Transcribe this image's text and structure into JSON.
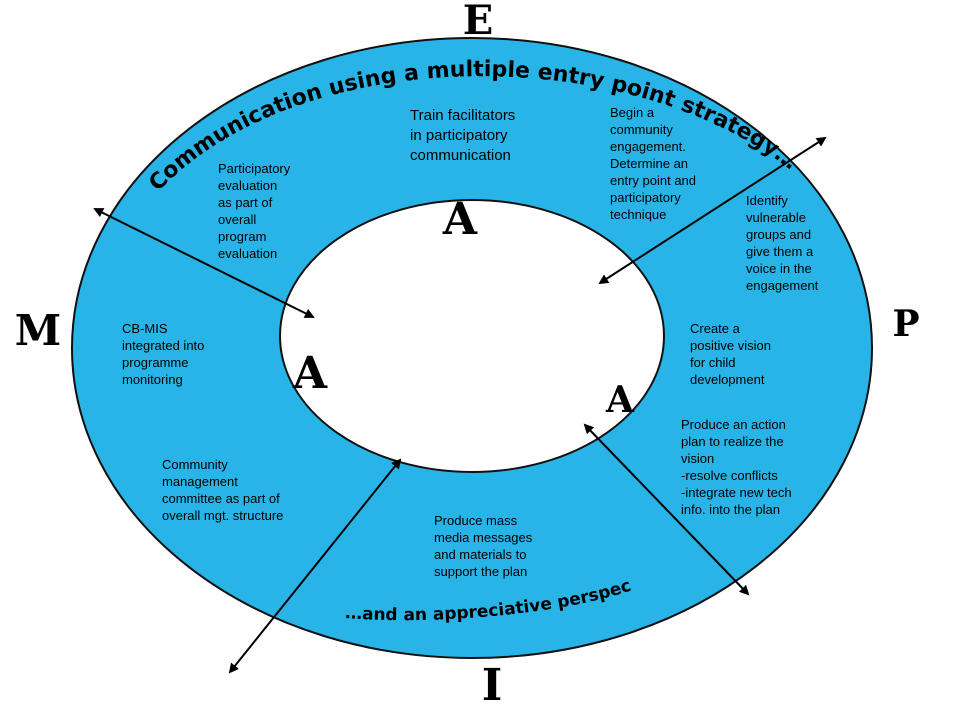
{
  "colors": {
    "ring": "#29B4E8",
    "ring_stroke": "#111111",
    "inner": "#ffffff",
    "text": "#000000"
  },
  "letters": {
    "top": "E",
    "left": "M",
    "right": "P",
    "bottom": "I",
    "inner_top": "A",
    "inner_left": "A",
    "inner_right": "A"
  },
  "titles": {
    "top_arc": "Communication using a multiple entry point strategy…",
    "bottom_arc": "…and an appreciative perspective"
  },
  "blocks": {
    "train": [
      "Train facilitators",
      "in participatory",
      "communication"
    ],
    "begin": [
      "Begin a",
      "community",
      "engagement.",
      "Determine an",
      "entry point and",
      "participatory",
      "technique"
    ],
    "identify": [
      "Identify",
      "vulnerable",
      "groups and",
      "give them a",
      "voice in the",
      "engagement"
    ],
    "participatory_eval": [
      "Participatory",
      "evaluation",
      "as part of",
      "overall",
      "program",
      "evaluation"
    ],
    "cbmis": [
      "CB-MIS",
      "integrated into",
      "programme",
      "monitoring"
    ],
    "vision": [
      "Create a",
      "positive vision",
      "for child",
      "development"
    ],
    "action_plan": [
      "Produce an action",
      "plan to realize the",
      "vision",
      "-resolve conflicts",
      "-integrate new tech",
      "info. into the plan"
    ],
    "community_mgmt": [
      "Community",
      "management",
      "committee as part of",
      "overall mgt. structure"
    ],
    "mass_media": [
      "Produce mass",
      "media messages",
      "and materials to",
      "support the plan"
    ]
  }
}
